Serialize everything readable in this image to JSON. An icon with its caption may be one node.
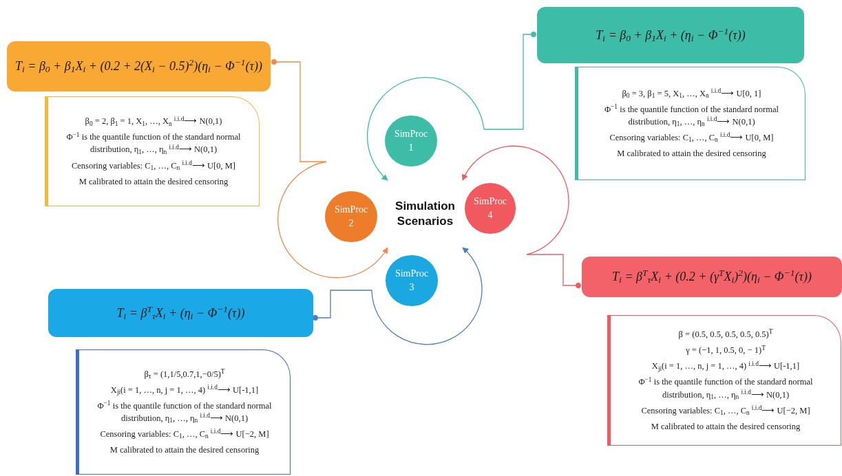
{
  "diagram": {
    "nodes": [
      {
        "text": [
          "Simulation Scenarios"
        ]
      },
      {
        "text": [
          "SimProc 1"
        ]
      },
      {
        "text": [
          "SimProc 2"
        ]
      },
      {
        "text": [
          "SimProc 3"
        ]
      },
      {
        "text": [
          "SimProc 4"
        ]
      },
      {
        "text": [
          "T$_{i}$ = β$_{0}$ + β$_{1}$X$_{i}$ + (0.2 + 2(X$_{i}$ − 0.5)$^{2}$)(η$_{i}$ − Φ$^{−1}$(τ))"
        ]
      },
      {
        "text": [
          "T$_{i}$ = β$_{0}$ + β$_{1}$X$_{i}$ + (η$_{i}$ − Φ$^{−1}$(τ))"
        ]
      },
      {
        "text": [
          "T$_{i}$ = β$^{T}$$_{τ}$X$_{i}$ + (η$_{i}$ − Φ$^{−1}$(τ))"
        ]
      },
      {
        "text": [
          "T$_{i}$ = β$^{T}$$_{τ}$X$_{i}$ + (0.2 + (γ$^{T}$X$_{i}$)$^{2}$)(η$_{i}$ − Φ$^{−1}$(τ))"
        ]
      },
      {
        "text": [
          "β$_{0}$ = 2, β$_{1}$ = 1, X$_{1}$, …, X$_{n}$ $^{i.i.d}$⟶ N(0,1)",
          "Φ$^{−1}$ is the quantile function of the standard normal distribution, η$_{1}$, …, η$_{n}$ $^{i.i.d}$⟶ N(0,1)",
          "Censoring variables: C$_{1}$, …, C$_{n}$ $^{i.i.d}$⟶ U[0, M]",
          "M calibrated to attain the desired censoring"
        ]
      },
      {
        "text": [
          "β$_{0}$ = 3, β$_{1}$ = 5, X$_{1}$, …, X$_{n}$ $^{i.i.d}$⟶ U[0, 1]",
          "Φ$^{−1}$ is the quantile function of the standard normal distribution, η$_{1}$, …, η$_{n}$ $^{i.i.d}$⟶ N(0,1)",
          "Censoring variables: C$_{1}$, …, C$_{n}$ $^{i.i.d}$⟶ U[0, M]",
          "M calibrated to attain the desired censoring"
        ]
      },
      {
        "text": [
          "β$_{τ}$ = (1,1/5,0.7,1,−0/5)$^{T}$",
          "X$_{ji}$(i = 1, …, n, j = 1, …, 4) $^{i.i.d}$⟶ U[-1,1]",
          "Φ$^{−1}$ is the quantile function of the standard normal distribution, η$_{1}$, …, η$_{n}$ $^{i.i.d}$⟶ N(0,1)",
          "Censoring variables: C$_{1}$, …, C$_{n}$ $^{i.i.d}$⟶ U[−2, M]",
          "M calibrated to attain the desired censoring"
        ]
      },
      {
        "text": [
          "β = (0.5, 0.5, 0.5, 0.5, 0.5)$^{T}$",
          "γ = (−1, 1, 0.5, 0, − 1)$^{T}$",
          "X$_{ji}$(i = 1, …, n, j = 1, …, 4) $^{i.i.d}$⟶ U[-1,1]",
          "Φ$^{−1}$ is the quantile function of the standard normal distribution, η$_{1}$, …, η$_{n}$ $^{i.i.d}$⟶ N(0,1)",
          "Censoring variables: C$_{1}$, …, C$_{n}$ $^{i.i.d}$⟶ U[−2, M]",
          "M calibrated to attain the desired censoring"
        ]
      }
    ],
    "edges": [
      {
        "from": 5,
        "to": 0,
        "arrow": "to",
        "color": "#f08a4b"
      },
      {
        "from": 6,
        "to": 0,
        "arrow": "to",
        "color": "#3dbca8"
      },
      {
        "from": 7,
        "to": 0,
        "arrow": "to",
        "color": "#4a7fc1"
      },
      {
        "from": 8,
        "to": 0,
        "arrow": "to",
        "color": "#ee5b60"
      }
    ]
  }
}
